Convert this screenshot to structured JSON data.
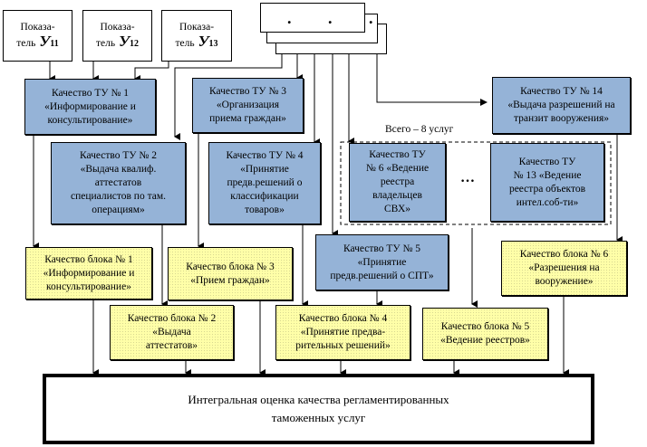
{
  "indicators": [
    {
      "line1": "Показа-",
      "line2": "тель",
      "symbol": "У",
      "subscript": "11"
    },
    {
      "line1": "Показа-",
      "line2": "тель",
      "symbol": "У",
      "subscript": "12"
    },
    {
      "line1": "Показа-",
      "line2": "тель",
      "symbol": "У",
      "subscript": "13"
    }
  ],
  "more_indicators": ". . .",
  "services": {
    "tu1": "Качество ТУ № 1\n«Информирование и\nконсультирование»",
    "tu2": "Качество ТУ № 2\n«Выдача квалиф.\nаттестатов\nспециалистов по там.\nоперациям»",
    "tu3": "Качество ТУ № 3\n«Организация\nприема граждан»",
    "tu4": "Качество ТУ № 4\n«Принятие\nпредв.решений о\nклассификации\nтоваров»",
    "tu5": "Качество ТУ № 5\n«Принятие\nпредв.решений о СПТ»",
    "tu6": "Качество ТУ\n№ 6 «Ведение\nреестра\nвладельцев\nСВХ»",
    "tu13": "Качество ТУ\n№ 13 «Ведение\nреестра объектов\nинтел.соб-ти»",
    "tu14": "Качество ТУ № 14\n«Выдача разрешений на\nтранзит вооружения»"
  },
  "group_label": "Всего – 8 услуг",
  "group_ellipsis": "…",
  "blocks": {
    "b1": "Качество блока № 1\n«Информирование и\nконсультирование»",
    "b2": "Качество блока № 2\n«Выдача\nаттестатов»",
    "b3": "Качество блока № 3\n«Прием граждан»",
    "b4": "Качество блока № 4\n«Принятие предва-\nрительных решений»",
    "b5": "Качество блока № 5\n«Ведение реестров»",
    "b6": "Качество блока № 6\n«Разрешения на\nвооружение»"
  },
  "final": "Интегральная оценка качества регламентированных\nтаможенных услуг",
  "colors": {
    "service_fill": "#95b3d7",
    "block_fill": "#ffffa8",
    "line": "#000000"
  }
}
